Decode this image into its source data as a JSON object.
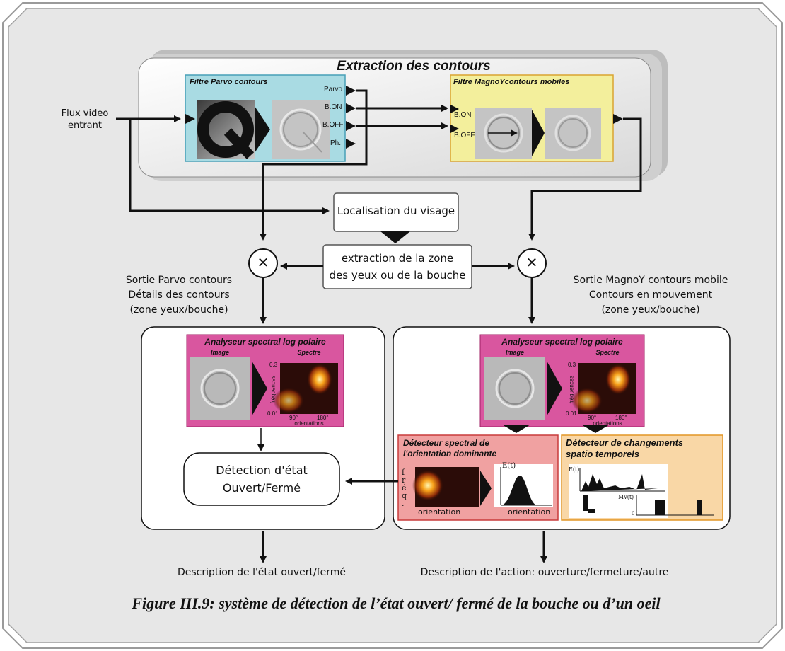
{
  "extraction": {
    "title": "Extraction des contours",
    "parvo_title": "Filtre Parvo contours",
    "parvo_ports": [
      "Parvo",
      "B.ON",
      "B.OFF",
      "Ph."
    ],
    "magno_title": "Filtre MagnoYcontours mobiles",
    "magno_ports": [
      "B.ON",
      "B.OFF"
    ]
  },
  "input_label_line1": "Flux video",
  "input_label_line2": "entrant",
  "face_localization": "Localisation du visage",
  "zone_extraction_line1": "extraction de la zone",
  "zone_extraction_line2": "des yeux ou de la bouche",
  "multiply_symbol": "✕",
  "parvo_output": {
    "line1": "Sortie Parvo contours",
    "line2": "Détails des contours",
    "line3": "(zone yeux/bouche)"
  },
  "magno_output": {
    "line1": "Sortie MagnoY contours mobile",
    "line2": "Contours en mouvement",
    "line3": "(zone yeux/bouche)"
  },
  "analyzer": {
    "title": "Analyseur spectral log polaire",
    "image_label": "Image",
    "spectrum_label": "Spectre",
    "y_axis_label": "fréquences",
    "y_max": "0.3",
    "y_min": "0.01",
    "x_tick1": "90°",
    "x_tick2": "180°",
    "x_axis_label": "orientations"
  },
  "state_detection_line1": "Détection d'état",
  "state_detection_line2": "Ouvert/Fermé",
  "orientation_detector": {
    "title_line1": "Détecteur spectral de",
    "title_line2": "l'orientation dominante",
    "vertical_letters": [
      "f",
      "r",
      "é",
      "q",
      "."
    ],
    "axis_left": "orientation",
    "axis_right": "orientation",
    "energy_label": "E(t)"
  },
  "change_detector": {
    "title_line1": "Détecteur de changements",
    "title_line2": "spatio temporels",
    "energy_label": "E(t)",
    "motion_label": "Mv(t)",
    "zero_label": "0"
  },
  "output_left": "Description de l'état ouvert/fermé",
  "output_right": "Description de l'action: ouverture/fermeture/autre",
  "caption": "Figure III.9: système de détection de l’état ouvert/ fermé de la bouche ou d’un oeil",
  "colors": {
    "background": "#e7e7e7",
    "parvo_box": "#a9dbe3",
    "magno_box": "#f3ef9c",
    "analyzer_box": "#d9569f",
    "orientation_box": "#f0a1a1",
    "change_box": "#f9d7a6"
  }
}
